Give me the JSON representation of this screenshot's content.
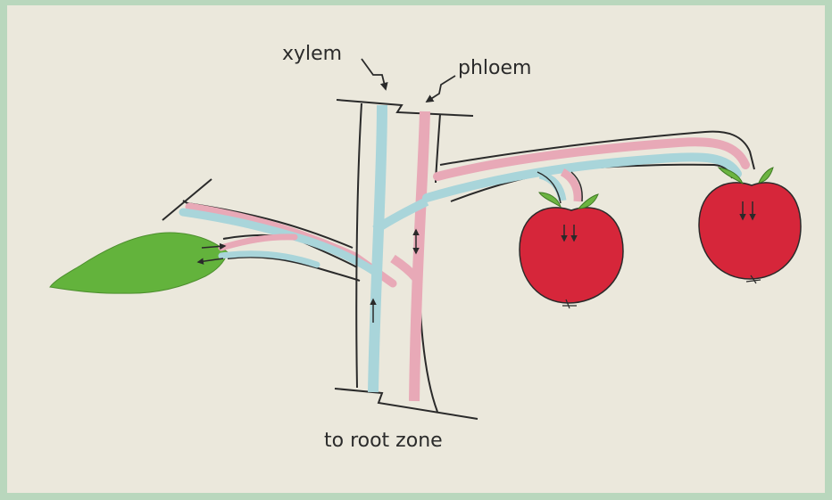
{
  "labels": {
    "xylem": "xylem",
    "phloem": "phloem",
    "root": "to root zone"
  },
  "colors": {
    "xylem": "#a9d5da",
    "phloem": "#e8a9b7",
    "outline": "#2a2a2a",
    "leaf": "#63b33c",
    "apple": "#d6263a",
    "apple_leaf": "#6cb441",
    "paper": "#ebe8dc",
    "background": "#b9d7bd"
  }
}
